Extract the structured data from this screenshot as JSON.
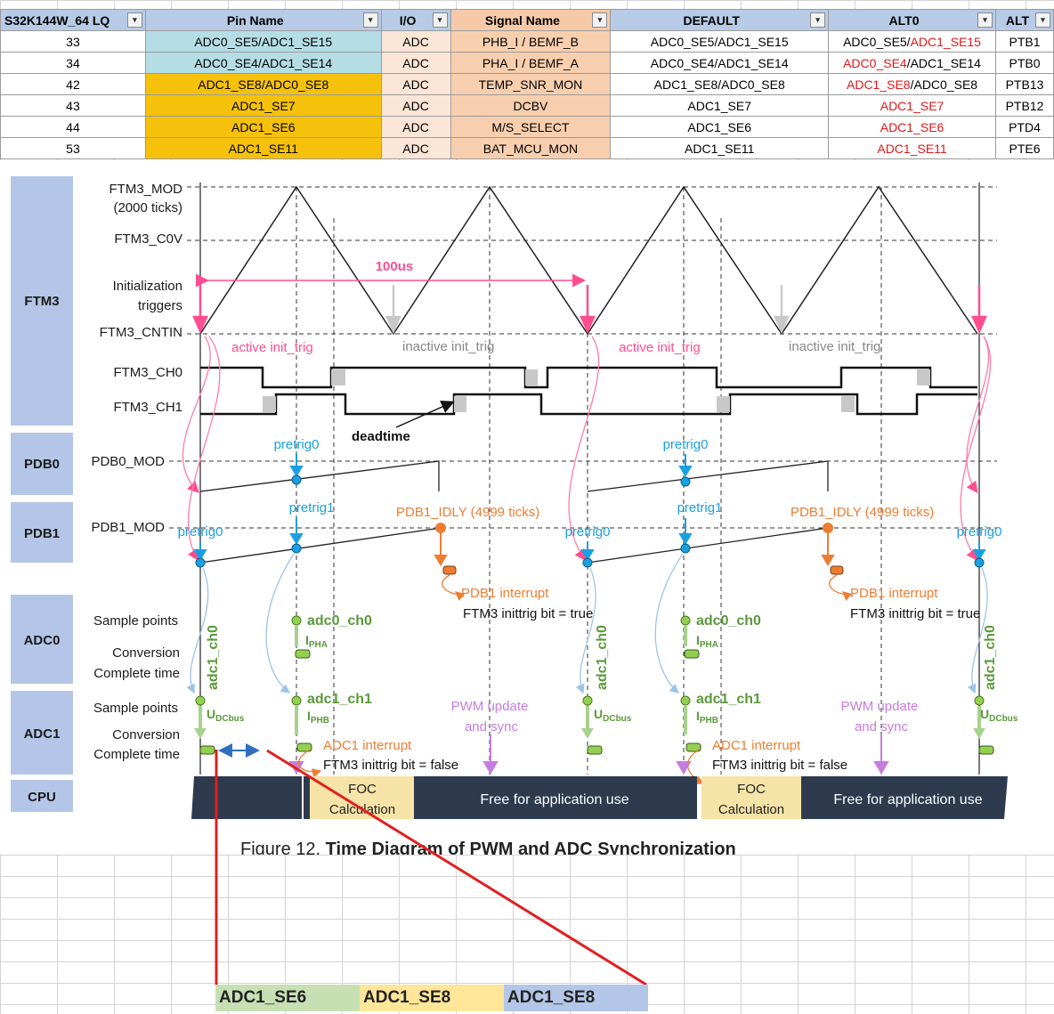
{
  "table": {
    "headers": [
      "S32K144W_64 LQ",
      "Pin Name",
      "I/O",
      "Signal Name",
      "DEFAULT",
      "ALT0",
      "ALT"
    ],
    "rows": [
      {
        "pkg": "33",
        "pin": "ADC0_SE5/ADC1_SE15",
        "io": "ADC",
        "signal": "PHB_I / BEMF_B",
        "default": "ADC0_SE5/ADC1_SE15",
        "alt0_a": "ADC0_SE5/",
        "alt0_b": "ADC1_SE15",
        "alt": "PTB1"
      },
      {
        "pkg": "34",
        "pin": "ADC0_SE4/ADC1_SE14",
        "io": "ADC",
        "signal": "PHA_I / BEMF_A",
        "default": "ADC0_SE4/ADC1_SE14",
        "alt0_a": "ADC0_SE4",
        "alt0_b": "/ADC1_SE14",
        "alt": "PTB0"
      },
      {
        "pkg": "42",
        "pin": "ADC1_SE8/ADC0_SE8",
        "io": "ADC",
        "signal": "TEMP_SNR_MON",
        "default": "ADC1_SE8/ADC0_SE8",
        "alt0_a": "ADC1_SE8",
        "alt0_b": "/ADC0_SE8",
        "alt": "PTB13"
      },
      {
        "pkg": "43",
        "pin": "ADC1_SE7",
        "io": "ADC",
        "signal": "DCBV",
        "default": "ADC1_SE7",
        "alt0_a": "",
        "alt0_b": "ADC1_SE7",
        "alt": "PTB12"
      },
      {
        "pkg": "44",
        "pin": "ADC1_SE6",
        "io": "ADC",
        "signal": "M/S_SELECT",
        "default": "ADC1_SE6",
        "alt0_a": "",
        "alt0_b": "ADC1_SE6",
        "alt": "PTD4"
      },
      {
        "pkg": "53",
        "pin": "ADC1_SE11",
        "io": "ADC",
        "signal": "BAT_MCU_MON",
        "default": "ADC1_SE11",
        "alt0_a": "",
        "alt0_b": "ADC1_SE11",
        "alt": "PTE6"
      }
    ]
  },
  "diagram": {
    "sections": {
      "ftm3": "FTM3",
      "pdb0": "PDB0",
      "pdb1": "PDB1",
      "adc0": "ADC0",
      "adc1": "ADC1",
      "cpu": "CPU"
    },
    "labels": {
      "ftm3_mod": "FTM3_MOD",
      "ftm3_mod_ticks": "(2000 ticks)",
      "ftm3_c0v": "FTM3_C0V",
      "init": "Initialization",
      "triggers": "triggers",
      "ftm3_cntin": "FTM3_CNTIN",
      "ftm3_ch0": "FTM3_CH0",
      "ftm3_ch1": "FTM3_CH1",
      "pdb0_mod": "PDB0_MOD",
      "pdb1_mod": "PDB1_MOD",
      "sample_points": "Sample points",
      "conversion": "Conversion",
      "complete_time": "Complete time",
      "period": "100us",
      "active_init": "active init_trig",
      "inactive_init": "inactive init_trig",
      "deadtime": "deadtime",
      "pretrig0": "pretrig0",
      "pretrig1": "pretrig1",
      "pdb1_idly": "PDB1_IDLY (4999 ticks)",
      "pdb1_interrupt": "PDB1 interrupt",
      "inittrig_true": "FTM3  inittrig bit = true",
      "adc0_ch0": "adc0_ch0",
      "adc1_ch1": "adc1_ch1",
      "adc1_ch0": "adc1_ch0",
      "i_main": "I",
      "pha_sub": "PHA",
      "phb_sub": "PHB",
      "u_main": "U",
      "dcbus_sub": "DCbus",
      "pwm_update": "PWM update",
      "and_sync": "and sync",
      "adc1_interrupt": "ADC1 interrupt",
      "inittrig_false": "FTM3  inittrig bit = false",
      "foc1": "FOC",
      "foc2": "Calculation",
      "free_app": "Free for application use"
    },
    "caption_prefix": "Figure 12. ",
    "caption_bold": "Time Diagram of PWM and ADC Synchronization"
  },
  "bottom_tags": [
    {
      "label": "ADC1_SE6",
      "color": "#c6e0b4"
    },
    {
      "label": "ADC1_SE8",
      "color": "#ffe699"
    },
    {
      "label": "ADC1_SE8",
      "color": "#b4c6e7"
    }
  ],
  "colors": {
    "pink": "#ff4d8f",
    "orange": "#ee7d31",
    "blue": "#1aa0e0",
    "green": "#5a9a3a",
    "purple": "#c77ce0",
    "navy": "#2e3a4e",
    "foc": "#f5e3a8",
    "section": "#b4c6e7",
    "red": "#e02020"
  }
}
